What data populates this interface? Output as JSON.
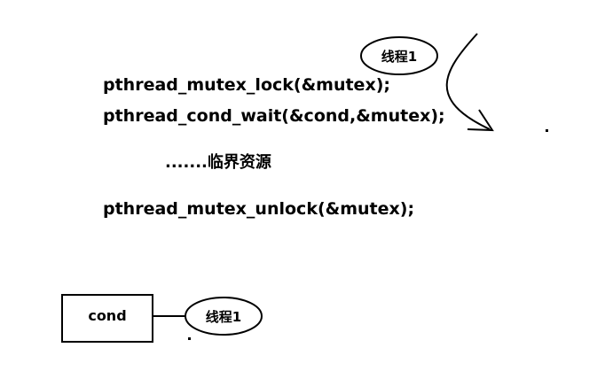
{
  "code": {
    "lock_line": "pthread_mutex_lock(&mutex);",
    "wait_line": "pthread_cond_wait(&cond,&mutex);",
    "critical_line": ".......临界资源",
    "unlock_line": "pthread_mutex_unlock(&mutex);"
  },
  "thread_top": {
    "label": "线程1"
  },
  "cond_queue": {
    "box_label": "cond",
    "thread_label": "线程1"
  }
}
